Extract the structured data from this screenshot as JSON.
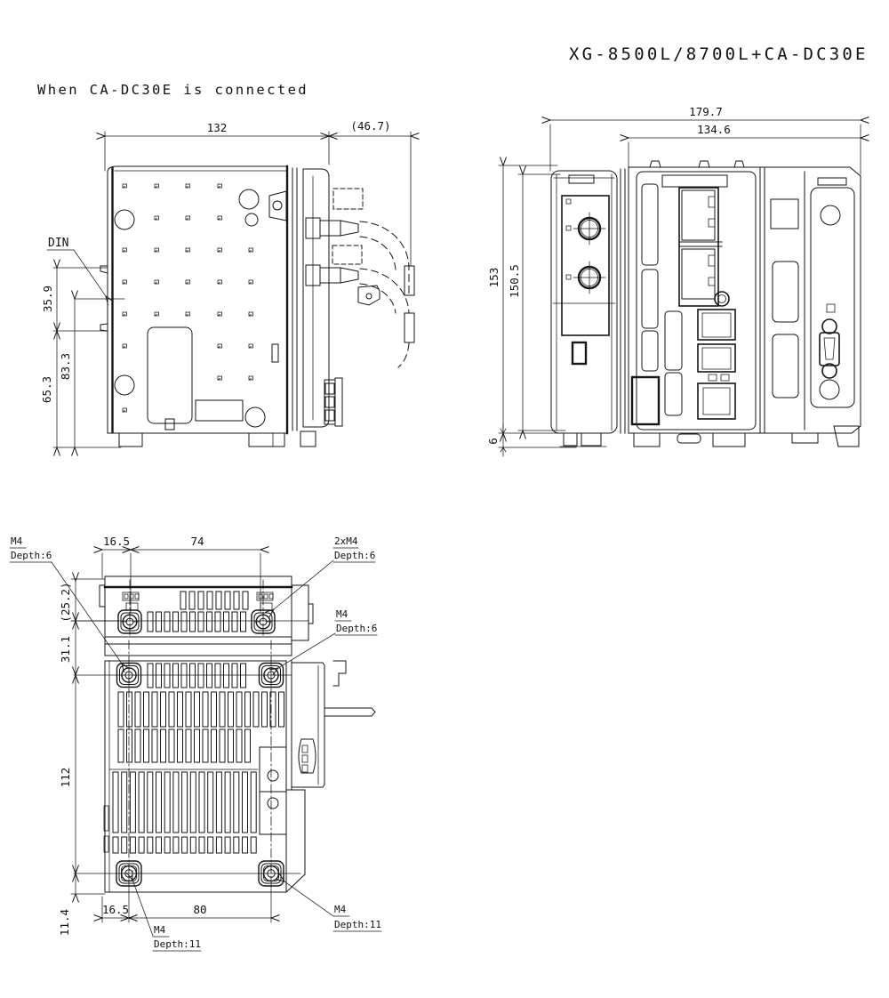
{
  "title": "XG-8500L/8700L+CA-DC30E",
  "note": "When CA-DC30E is connected",
  "side_view": {
    "dims": {
      "body_width": "132",
      "cable_clearance": "(46.7)",
      "din_rail_width": "35.9",
      "din_to_bottom": "83.3",
      "rail_bottom_to_base": "65.3"
    },
    "labels": {
      "din": "DIN"
    }
  },
  "front_view": {
    "dims": {
      "overall_width": "179.7",
      "main_unit_width": "134.6",
      "overall_height": "153",
      "body_height": "150.5",
      "foot_height": "6"
    }
  },
  "bottom_view": {
    "dims": {
      "offset_top": "16.5",
      "hole_pitch_top": "74",
      "cadc30e_center": "(25.2)",
      "center_to_body": "31.1",
      "hole_pitch_vertical": "112",
      "bottom_offset": "11.4",
      "offset_bottom": "16.5",
      "hole_pitch_bottom": "80"
    },
    "labels": {
      "screw_top_left": {
        "line1": "M4",
        "line2": "Depth:6"
      },
      "screw_top_right": {
        "line1": "2xM4",
        "line2": "Depth:6"
      },
      "screw_mid_right": {
        "line1": "M4",
        "line2": "Depth:6"
      },
      "screw_bottom_left": {
        "line1": "M4",
        "line2": "Depth:11"
      },
      "screw_bottom_right": {
        "line1": "M4",
        "line2": "Depth:11"
      }
    }
  }
}
